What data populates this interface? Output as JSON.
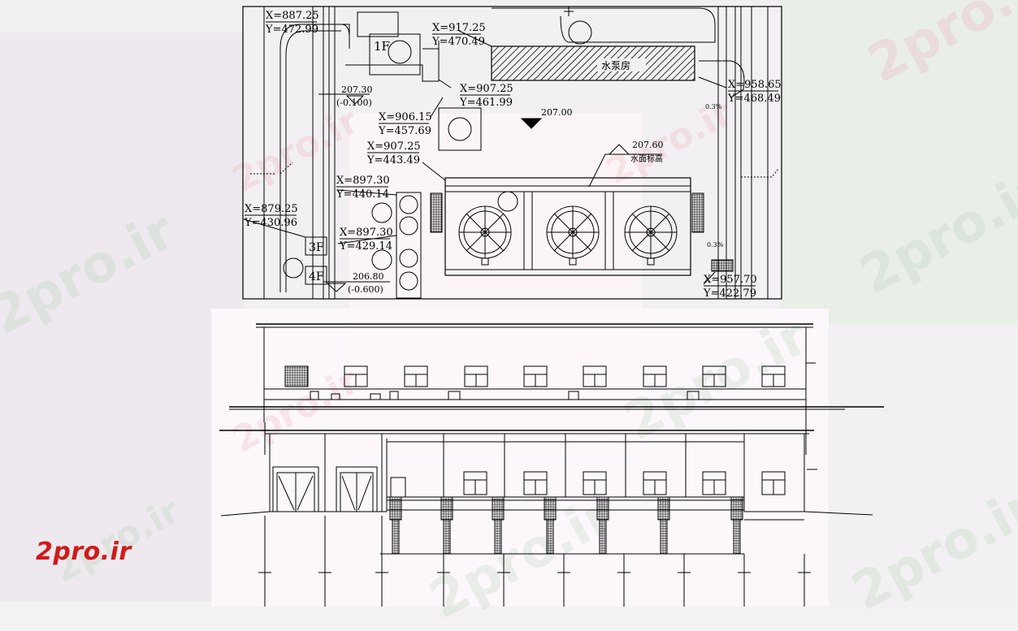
{
  "watermark_text": "2pro.ir",
  "brand": {
    "text": "2pro.ir",
    "color": "#d01a1a"
  },
  "plan": {
    "coords": [
      {
        "x": "X=887.25",
        "y": "Y=472.99"
      },
      {
        "x": "X=917.25",
        "y": "Y=470.49"
      },
      {
        "x": "X=907.25",
        "y": "Y=461.99"
      },
      {
        "x": "X=906.15",
        "y": "Y=457.69"
      },
      {
        "x": "X=907.25",
        "y": "Y=443.49"
      },
      {
        "x": "X=897.30",
        "y": "Y=440.14"
      },
      {
        "x": "X=879.25",
        "y": "Y=430.96"
      },
      {
        "x": "X=897.30",
        "y": "Y=429.14"
      },
      {
        "x": "X=958.65",
        "y": "Y=468.49"
      },
      {
        "x": "X=957.70",
        "y": "Y=422.79"
      }
    ],
    "level_1": {
      "value": "207.30",
      "sub": "(-0.100)"
    },
    "level_2": {
      "value": "207.00"
    },
    "level_3": {
      "value": "207.60",
      "note": "水面标高"
    },
    "level_4": {
      "value": "206.80",
      "sub": "(-0.600)"
    },
    "floor_1f": "1F",
    "floor_3f": "3F",
    "floor_4f": "4F",
    "slope_1": "0.3%",
    "slope_2": "0.3%"
  }
}
